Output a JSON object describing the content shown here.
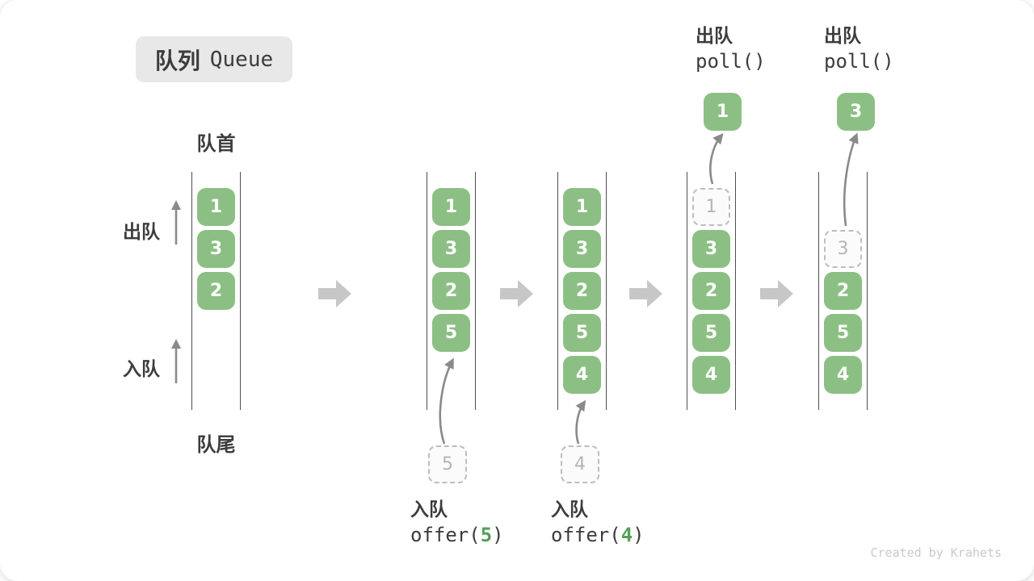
{
  "title": {
    "zh": "队列",
    "en": "Queue"
  },
  "labels": {
    "front": "队首",
    "rear": "队尾",
    "dequeue": "出队",
    "enqueue": "入队"
  },
  "states": [
    {
      "blocks": [
        "1",
        "3",
        "2"
      ]
    },
    {
      "blocks": [
        "1",
        "3",
        "2",
        "5"
      ],
      "incoming_value": "5"
    },
    {
      "blocks": [
        "1",
        "3",
        "2",
        "5",
        "4"
      ],
      "incoming_value": "4"
    },
    {
      "ghost_value": "1",
      "blocks": [
        "3",
        "2",
        "5",
        "4"
      ],
      "polled_value": "1",
      "op_label": "出队",
      "op_call": "poll()"
    },
    {
      "ghost_value": "3",
      "blocks": [
        "2",
        "5",
        "4"
      ],
      "polled_value": "3",
      "op_label": "出队",
      "op_call": "poll()"
    }
  ],
  "enqueue_ops": [
    {
      "label": "入队",
      "call_open": "offer(",
      "arg": "5",
      "call_close": ")"
    },
    {
      "label": "入队",
      "call_open": "offer(",
      "arg": "4",
      "call_close": ")"
    }
  ],
  "credit": "Created by Krahets",
  "colors": {
    "block_green": "#8CBF84",
    "arg_green": "#53A158",
    "wall_line": "#4F4F4F",
    "flow_arrow": "#C7C7C7",
    "curve_arrow": "#8A8A8A",
    "ghost_border": "#BDBDBD",
    "ghost_text": "#B5B5B5",
    "label_dark": "#3C3C3C",
    "badge_bg": "#E8E8E8",
    "credit_gray": "#C9C9C9"
  }
}
